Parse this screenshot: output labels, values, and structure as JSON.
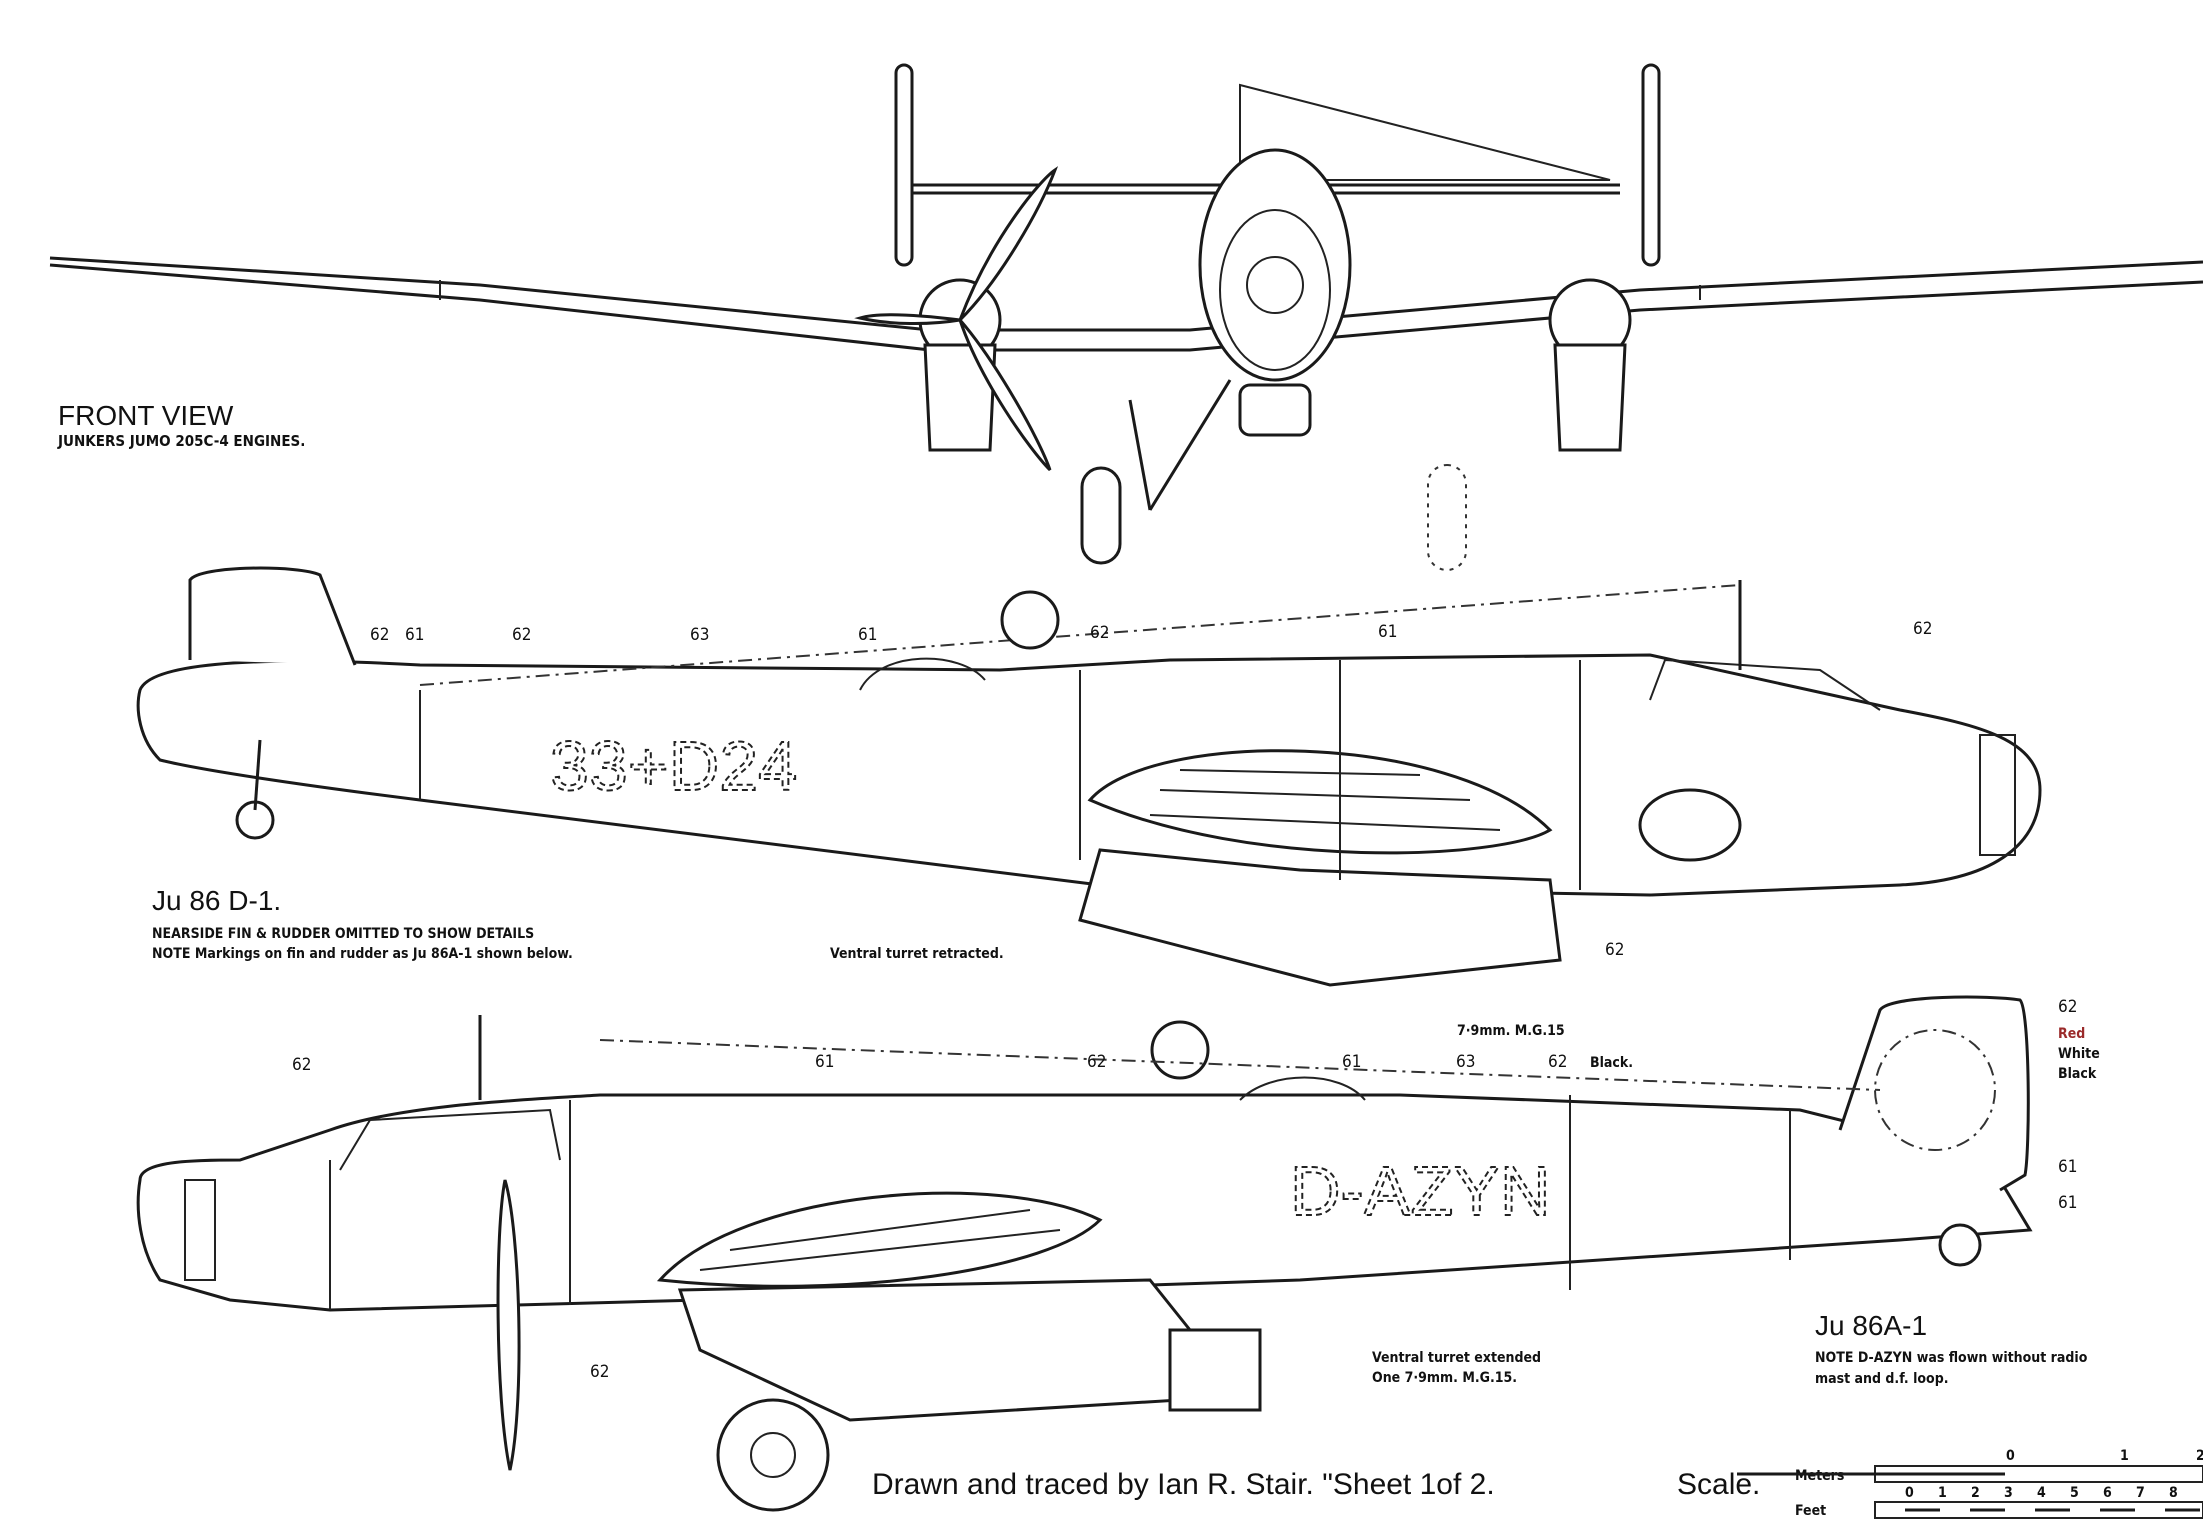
{
  "front_view": {
    "title": "FRONT VIEW",
    "subtitle": "JUNKERS JUMO 205C-4 ENGINES."
  },
  "d1": {
    "title": "Ju 86 D-1.",
    "note1": "NEARSIDE FIN & RUDDER OMITTED TO SHOW DETAILS",
    "note2": "NOTE Markings on fin and rudder as Ju 86A-1 shown below.",
    "turret_note": "Ventral turret retracted.",
    "registration": "33+D24",
    "callouts": [
      "62",
      "61",
      "62",
      "63",
      "61",
      "62",
      "61",
      "62",
      "62"
    ]
  },
  "a1": {
    "title": "Ju 86A-1",
    "note1": "NOTE D-AZYN was flown without radio",
    "note2": "mast and d.f. loop.",
    "turret_note1": "Ventral turret extended",
    "turret_note2": "One 7·9mm. M.G.15.",
    "gun_label": "7·9mm. M.G.15",
    "registration": "D-AZYN",
    "callouts": [
      "62",
      "61",
      "62",
      "61",
      "63",
      "62",
      "62",
      "62",
      "61"
    ],
    "black_label": "Black.",
    "colors": [
      "Red",
      "White",
      "Black"
    ]
  },
  "footer": {
    "credit": "Drawn and traced by Ian R. Stair. \"Sheet 1of 2.",
    "scale_label": "Scale.",
    "meters_label": "Meters",
    "feet_label": "Feet",
    "meters_ticks": [
      "0",
      "1",
      "2"
    ],
    "feet_ticks": [
      "0",
      "1",
      "2",
      "3",
      "4",
      "5",
      "6",
      "7",
      "8"
    ]
  }
}
